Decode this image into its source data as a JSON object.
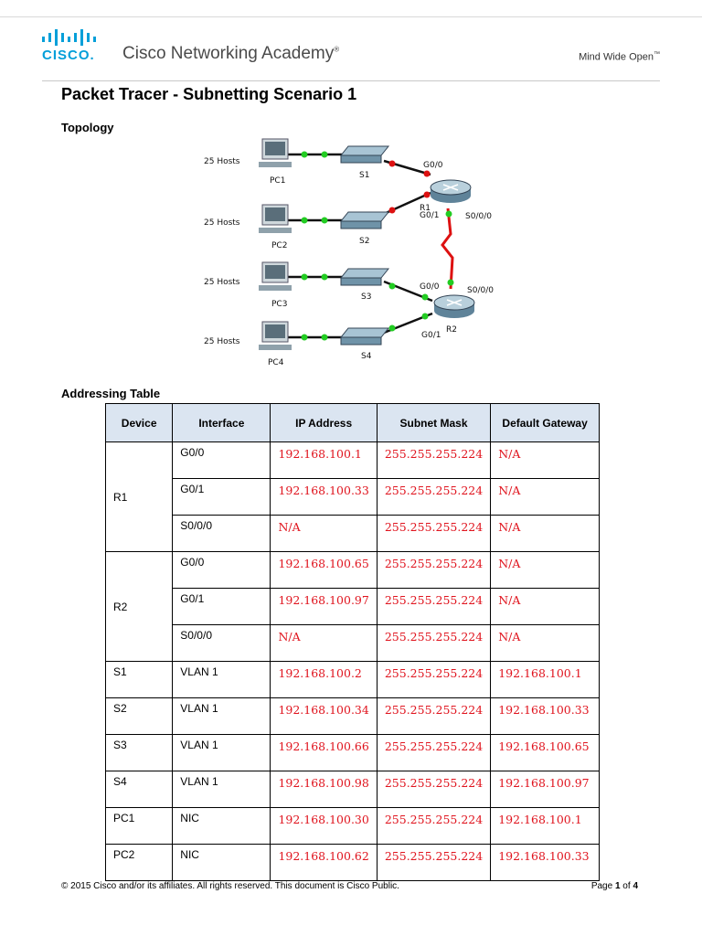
{
  "header": {
    "brand": "CISCO",
    "academy": "Cisco Networking Academy",
    "registered": "®",
    "tagline": "Mind Wide Open",
    "tagline_tm": "™"
  },
  "title": "Packet Tracer - Subnetting Scenario 1",
  "topology": {
    "heading": "Topology",
    "hosts_label": "25 Hosts",
    "pcs": [
      "PC1",
      "PC2",
      "PC3",
      "PC4"
    ],
    "switches": [
      "S1",
      "S2",
      "S3",
      "S4"
    ],
    "routers": [
      "R1",
      "R2"
    ],
    "r1_ports": [
      "G0/0",
      "G0/1",
      "S0/0/0"
    ],
    "r2_ports": [
      "G0/0",
      "G0/1",
      "S0/0/0"
    ],
    "link_colors": {
      "up": "#22cc22",
      "down": "#dd1111",
      "serial": "#dd1111"
    }
  },
  "addressing": {
    "heading": "Addressing Table",
    "columns": [
      "Device",
      "Interface",
      "IP Address",
      "Subnet Mask",
      "Default Gateway"
    ],
    "rows": [
      {
        "device": "R1",
        "interface": "G0/0",
        "ip": "192.168.100.1",
        "mask": "255.255.255.224",
        "gateway": "N/A"
      },
      {
        "device": "",
        "interface": "G0/1",
        "ip": "192.168.100.33",
        "mask": "255.255.255.224",
        "gateway": "N/A"
      },
      {
        "device": "",
        "interface": "S0/0/0",
        "ip": "N/A",
        "mask": "255.255.255.224",
        "gateway": "N/A"
      },
      {
        "device": "R2",
        "interface": "G0/0",
        "ip": "192.168.100.65",
        "mask": "255.255.255.224",
        "gateway": "N/A"
      },
      {
        "device": "",
        "interface": "G0/1",
        "ip": "192.168.100.97",
        "mask": "255.255.255.224",
        "gateway": "N/A"
      },
      {
        "device": "",
        "interface": "S0/0/0",
        "ip": "N/A",
        "mask": "255.255.255.224",
        "gateway": "N/A"
      },
      {
        "device": "S1",
        "interface": "VLAN 1",
        "ip": "192.168.100.2",
        "mask": "255.255.255.224",
        "gateway": "192.168.100.1"
      },
      {
        "device": "S2",
        "interface": "VLAN 1",
        "ip": "192.168.100.34",
        "mask": "255.255.255.224",
        "gateway": "192.168.100.33"
      },
      {
        "device": "S3",
        "interface": "VLAN 1",
        "ip": "192.168.100.66",
        "mask": "255.255.255.224",
        "gateway": "192.168.100.65"
      },
      {
        "device": "S4",
        "interface": "VLAN 1",
        "ip": "192.168.100.98",
        "mask": "255.255.255.224",
        "gateway": "192.168.100.97"
      },
      {
        "device": "PC1",
        "interface": "NIC",
        "ip": "192.168.100.30",
        "mask": "255.255.255.224",
        "gateway": "192.168.100.1"
      },
      {
        "device": "PC2",
        "interface": "NIC",
        "ip": "192.168.100.62",
        "mask": "255.255.255.224",
        "gateway": "192.168.100.33"
      }
    ]
  },
  "footer": {
    "copyright": "© 2015 Cisco and/or its affiliates. All rights reserved. This document is Cisco Public.",
    "page_prefix": "Page ",
    "page": "1",
    "page_of": " of ",
    "total": "4"
  }
}
